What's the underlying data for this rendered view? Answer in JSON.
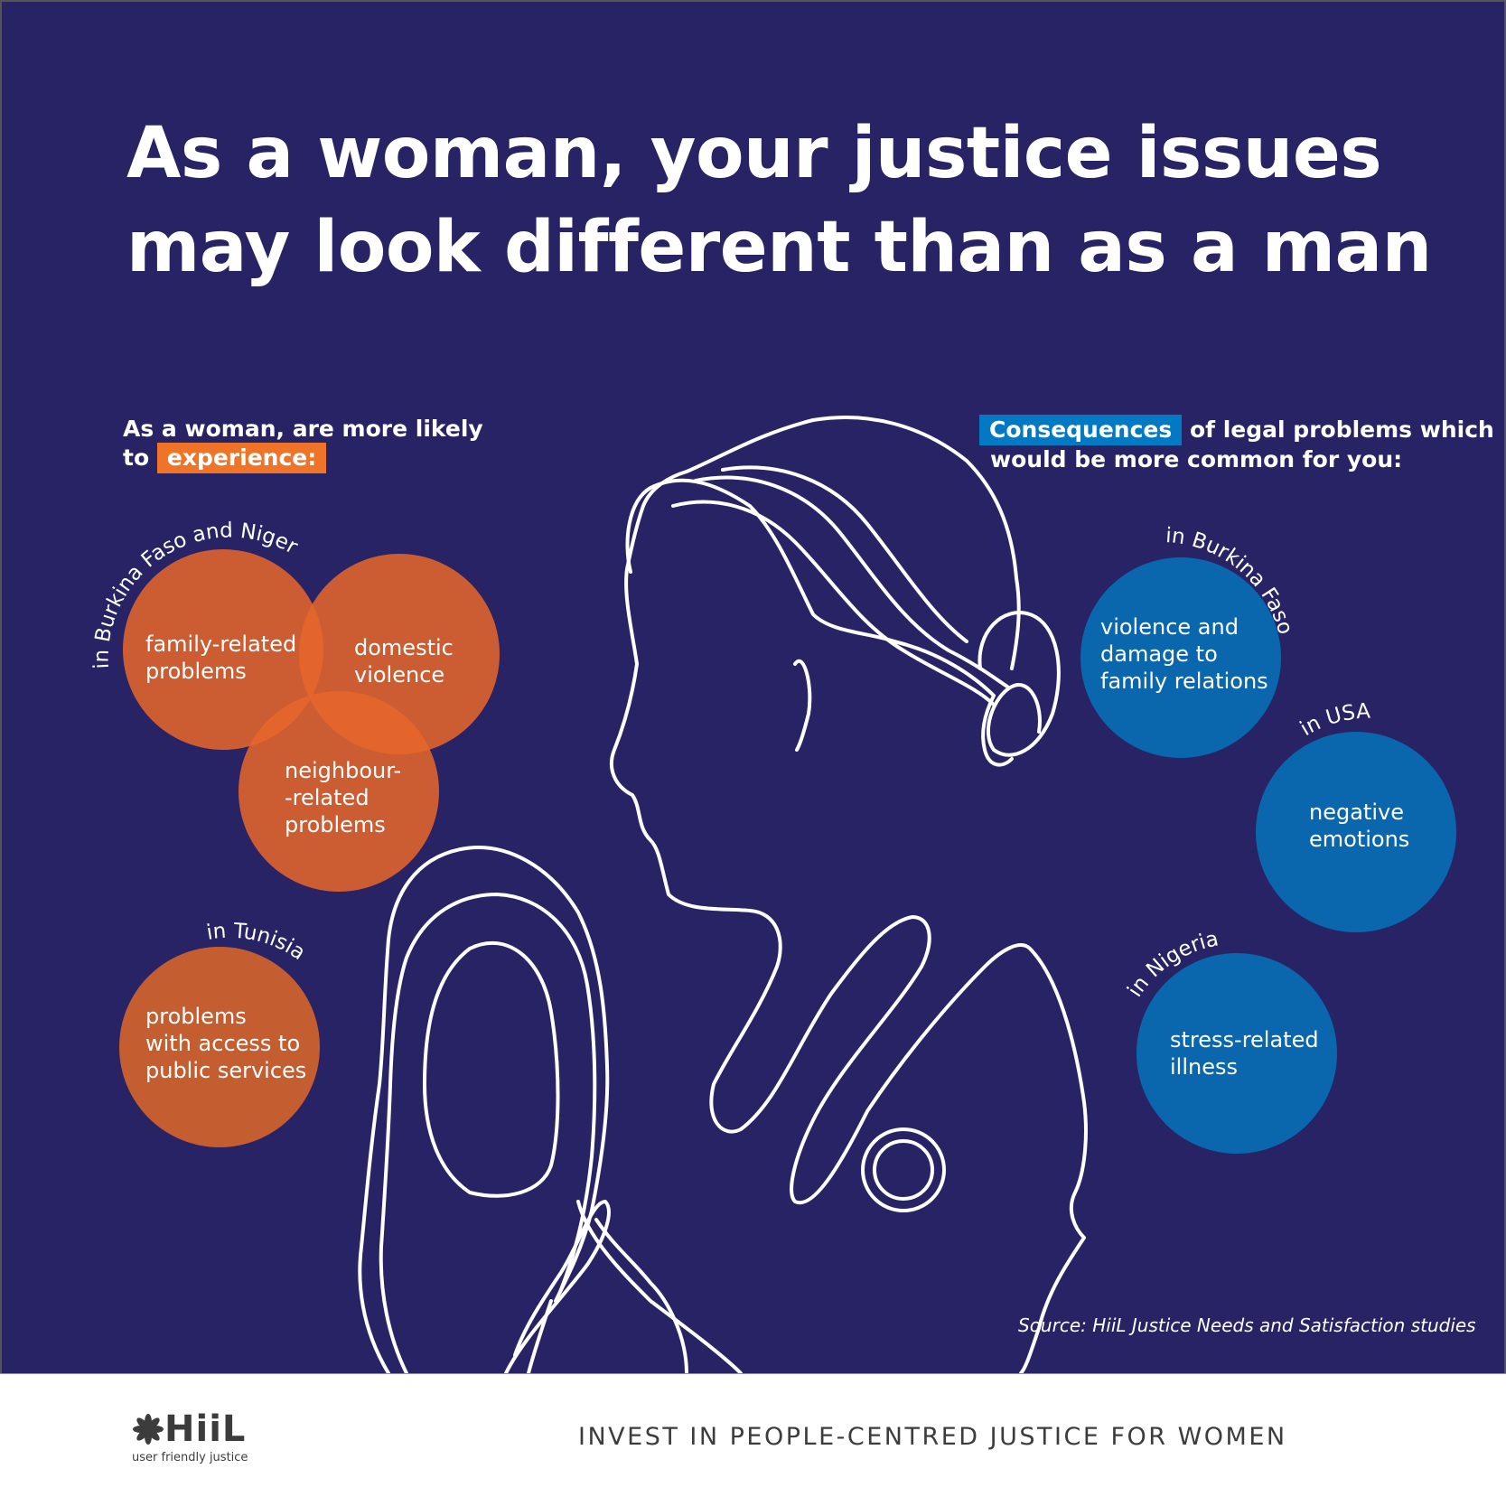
{
  "header": {
    "title_line1": "As a woman, your justice issues",
    "title_line2": "may look different than as a man"
  },
  "left_section": {
    "heading_line1": "As a woman, are more likely",
    "heading_prefix": "to",
    "heading_highlight": "experience:",
    "highlight_color": "#f07427",
    "groups": [
      {
        "region": "in Burkina Faso and Niger",
        "items": [
          {
            "lines": [
              "family-related",
              "problems"
            ]
          },
          {
            "lines": [
              "domestic",
              "violence"
            ]
          },
          {
            "lines": [
              "neighbour-",
              "-related",
              "problems"
            ]
          }
        ]
      },
      {
        "region": "in Tunisia",
        "items": [
          {
            "lines": [
              "problems",
              "with access to",
              "public services"
            ]
          }
        ]
      }
    ]
  },
  "right_section": {
    "heading_highlight": "Consequences",
    "heading_rest_line1": "of legal problems which",
    "heading_line2": "would be more common for you:",
    "highlight_color": "#0479c3",
    "items": [
      {
        "region": "in Burkina Faso",
        "lines": [
          "violence and",
          "damage to",
          "family relations"
        ]
      },
      {
        "region": "in USA",
        "lines": [
          "negative",
          "emotions"
        ]
      },
      {
        "region": "in Nigeria",
        "lines": [
          "stress-related",
          "illness"
        ]
      }
    ]
  },
  "source": "Source: HiiL Justice Needs and Satisfaction studies",
  "footer": {
    "logo_word": "HiiL",
    "logo_tagline": "user friendly justice",
    "tagline": "INVEST IN PEOPLE-CENTRED JUSTICE FOR WOMEN"
  },
  "colors": {
    "background": "#272364",
    "orange": "#e8672a",
    "blue": "#0a66ad",
    "text": "#ffffff",
    "footer_text": "#3c3c3c"
  }
}
